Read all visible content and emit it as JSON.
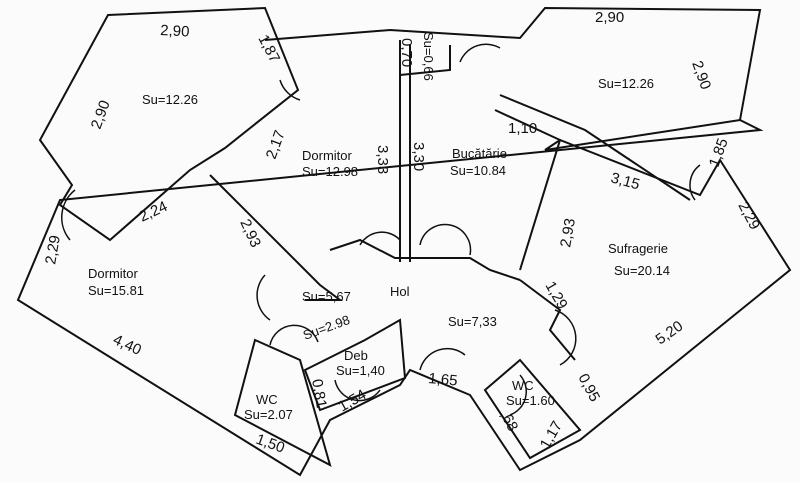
{
  "rooms": {
    "bedroom_nw_area": "Su=12.26",
    "bedroom_north": {
      "name": "Dormitor",
      "area": "Su=12.98"
    },
    "kitchen": {
      "name": "Bucătărie",
      "area": "Su=10.84"
    },
    "storage_small": "Su=0,66",
    "living_ne_area": "Su=12.26",
    "living": {
      "name": "Sufragerie",
      "area": "Su=20.14"
    },
    "bedroom_west": {
      "name": "Dormitor",
      "area": "Su=15.81"
    },
    "hall": {
      "name": "Hol",
      "area_a": "Su=5,67",
      "area_b": "Su=2.98",
      "area_c": "Su=7,33"
    },
    "storage": {
      "name": "Deb",
      "area": "Su=1,40"
    },
    "wc_west": {
      "name": "WC",
      "area": "Su=2.07"
    },
    "wc_east": {
      "name": "WC",
      "area": "Su=1.60"
    }
  },
  "dimensions": {
    "nw_top": "2,90",
    "nw_door": "1,87",
    "nw_left": "2,90",
    "nw_inner": "2,17",
    "wall_333": "3,33",
    "wall_330": "3,30",
    "small_070": "0,70",
    "ne_top": "2,90",
    "ne_right": "2,90",
    "kitchen_110": "1,10",
    "ne_185": "1,85",
    "ne_315": "3,15",
    "east_229": "2,29",
    "living_293": "2,93",
    "living_129": "1,29",
    "living_520": "5,20",
    "wc_095": "0,95",
    "west_224": "2,24",
    "west_293": "2,93",
    "west_229": "2,29",
    "west_440": "4,40",
    "deb_081": "0,81",
    "deb_154": "1,54",
    "hall_165": "1,65",
    "wc_150": "1,50",
    "wc_068": ",68",
    "wc_117": "1,17"
  }
}
